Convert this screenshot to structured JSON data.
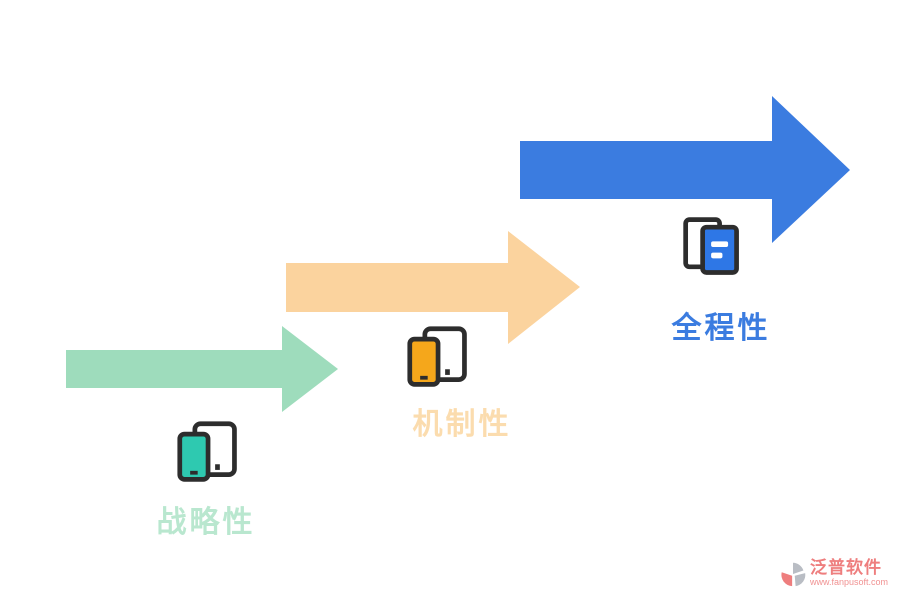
{
  "diagram": {
    "type": "staircase-arrow-process",
    "background": "#ffffff",
    "steps": [
      {
        "label": "战略性",
        "arrow_color": "#9edcbc",
        "label_color": "#b9e7cf",
        "icon": "tablet-phone-icon",
        "icon_fill": "#2ec9b0",
        "icon_stroke": "#2d2d2d"
      },
      {
        "label": "机制性",
        "arrow_color": "#fbd39e",
        "label_color": "#fbdcae",
        "icon": "tablet-phone-icon",
        "icon_fill": "#f5a71b",
        "icon_stroke": "#2d2d2d"
      },
      {
        "label": "全程性",
        "arrow_color": "#3b7ce0",
        "label_color": "#3b7ce0",
        "icon": "documents-icon",
        "icon_fill": "#2e77e6",
        "icon_stroke": "#2d2d2d"
      }
    ]
  },
  "logo": {
    "brand": "泛普软件",
    "website": "www.fanpusoft.com",
    "color": "#ee7e7e",
    "mark_secondary": "#b9bdc4"
  }
}
